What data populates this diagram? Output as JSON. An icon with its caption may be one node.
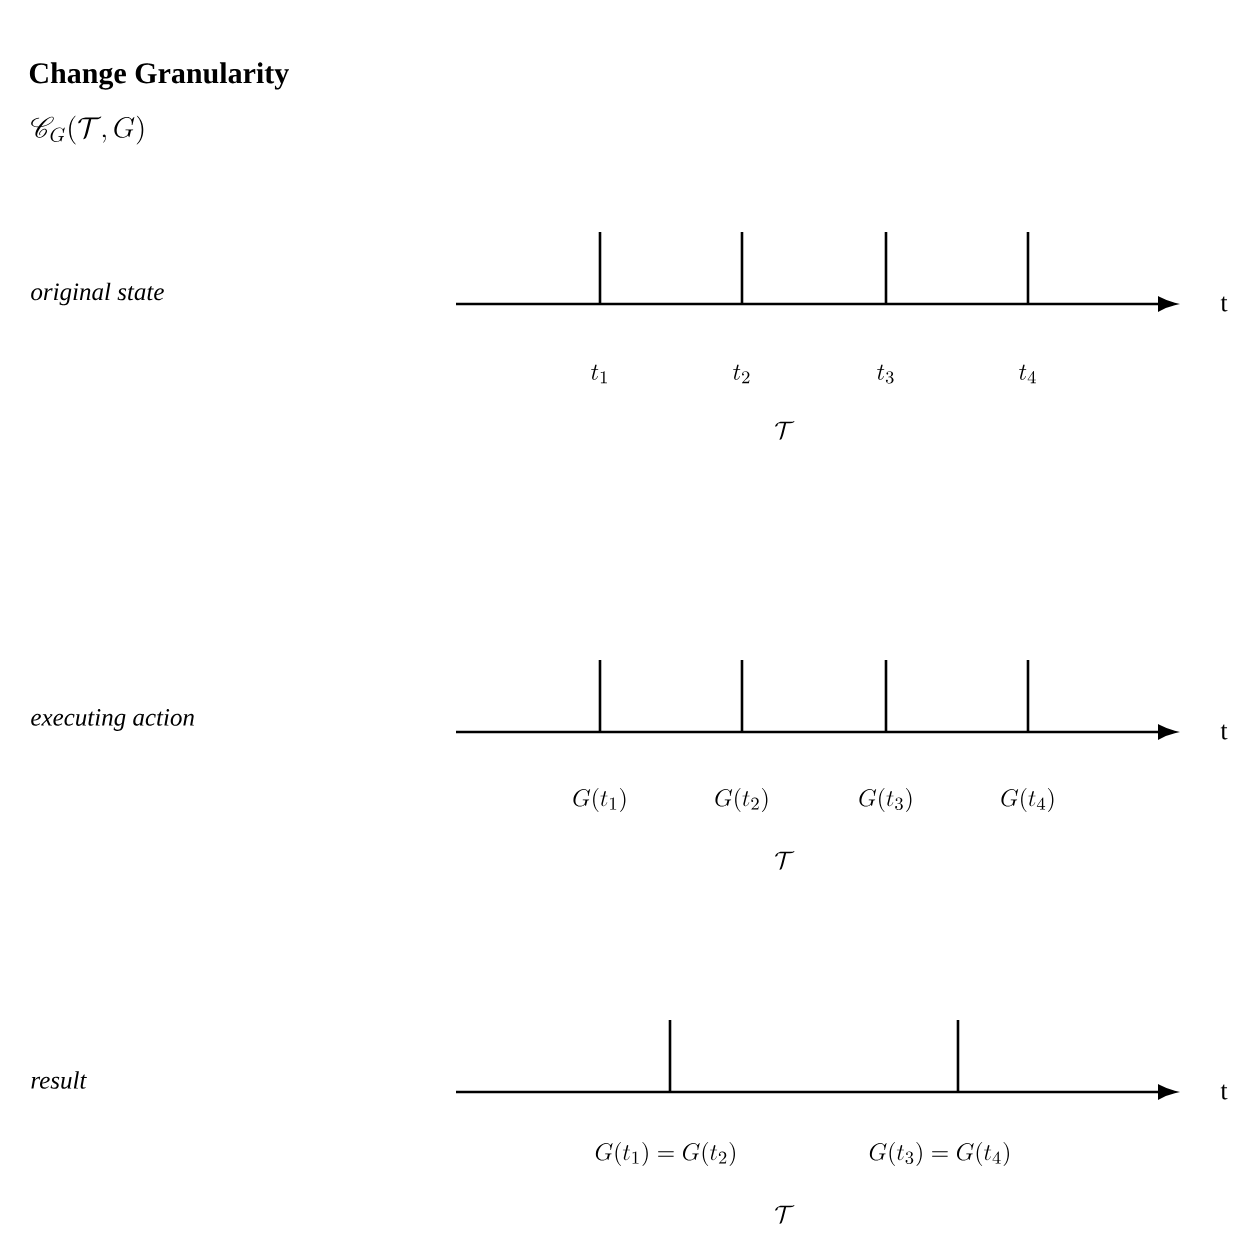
{
  "diagram": {
    "title": "Change Granularity",
    "labels": [
      "\\mathscr{C}_G(\\mathcal{T},G)",
      "original state",
      "t",
      "t_1",
      "t_2",
      "t_3",
      "t_4",
      "\\mathcal{T}",
      "executing action",
      "t",
      "G(t_1)",
      "G(t_2)",
      "G(t_3)",
      "G(t_4)",
      "\\mathcal{T}",
      "result",
      "t",
      "G(t_1)=G(t_2)",
      "G(t_3)=G(t_4)",
      "\\mathcal{T}"
    ]
  }
}
